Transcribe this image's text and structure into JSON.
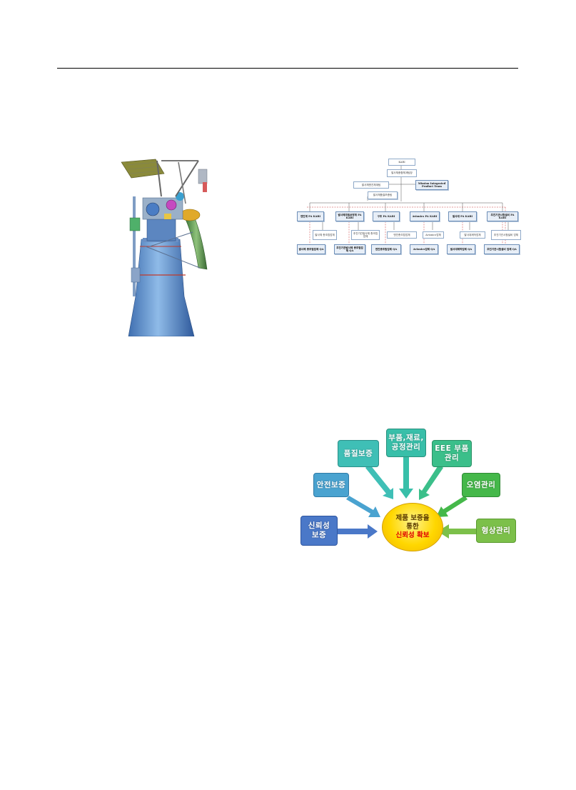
{
  "org_chart": {
    "kari": "KARI",
    "team_main": "발사체종합체계팀장",
    "team_mid": "발사체엔진체계팀",
    "team_sub": "발사체품질보증팀",
    "mipt": "Mission Integrated Product Team",
    "pa_boxes": [
      "엔진계 PA KARI",
      "발사체조립공정계 PA KARI",
      "구조 PA KARI",
      "Avionics PA KARI",
      "발사대 PA KARI",
      "추진기관시험설비 PA KARI"
    ],
    "sub_boxes": [
      "발사체 총조립업체",
      "추진기관발사체 총조립업체",
      "엔진총조립업체",
      "Avionics업체",
      "발사대제작업체",
      "추진기관시험설비 업체"
    ],
    "qa_boxes": [
      "발사체 총조립업체 QA",
      "추진기관발사체 총조립업체 QA",
      "엔진총조립업체 QA",
      "Avionics업체 QA",
      "발사대제작업체 QA",
      "추진기관시험설비 업체 QA"
    ]
  },
  "reliability": {
    "center_line1": "제품 보증을",
    "center_line2": "통한",
    "center_line3": "신뢰성 확보",
    "items": [
      {
        "label1": "신뢰성",
        "label2": "보증",
        "color": "#4a78c8"
      },
      {
        "label1": "안전보증",
        "label2": "",
        "color": "#4aa3d0"
      },
      {
        "label1": "품질보증",
        "label2": "",
        "color": "#3fbfb6"
      },
      {
        "label1": "부품,재료,",
        "label2": "공정관리",
        "color": "#38bfa9"
      },
      {
        "label1": "EEE 부품",
        "label2": "관리",
        "color": "#3bbf8a"
      },
      {
        "label1": "오염관리",
        "label2": "",
        "color": "#45b84a"
      },
      {
        "label1": "형상관리",
        "label2": "",
        "color": "#7cc04a"
      }
    ]
  }
}
